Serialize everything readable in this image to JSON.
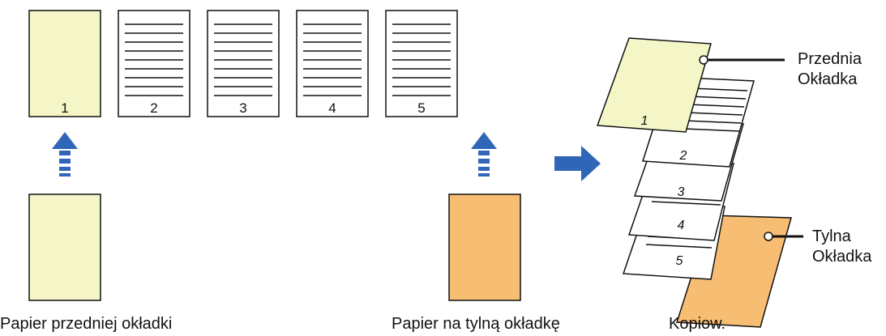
{
  "colors": {
    "front_cover": "#f4f6c8",
    "back_cover": "#f7bd72",
    "arrow": "#2f66b7",
    "outline": "#111111",
    "page": "#ffffff"
  },
  "originals": {
    "page_numbers": [
      "1",
      "2",
      "3",
      "4",
      "5"
    ]
  },
  "stack": {
    "page_numbers": [
      "1",
      "2",
      "3",
      "4",
      "5"
    ]
  },
  "captions": {
    "front_cover_paper": "Papier przedniej okładki",
    "back_cover_paper": "Papier na tylną okładkę",
    "copies": "Kopiow."
  },
  "callouts": {
    "front_cover": [
      "Przednia",
      "Okładka"
    ],
    "back_cover": [
      "Tylna",
      "Okładka"
    ]
  },
  "icons": {
    "feed_arrow": "dashed-up-arrow-icon",
    "result_arrow": "right-arrow-icon"
  }
}
